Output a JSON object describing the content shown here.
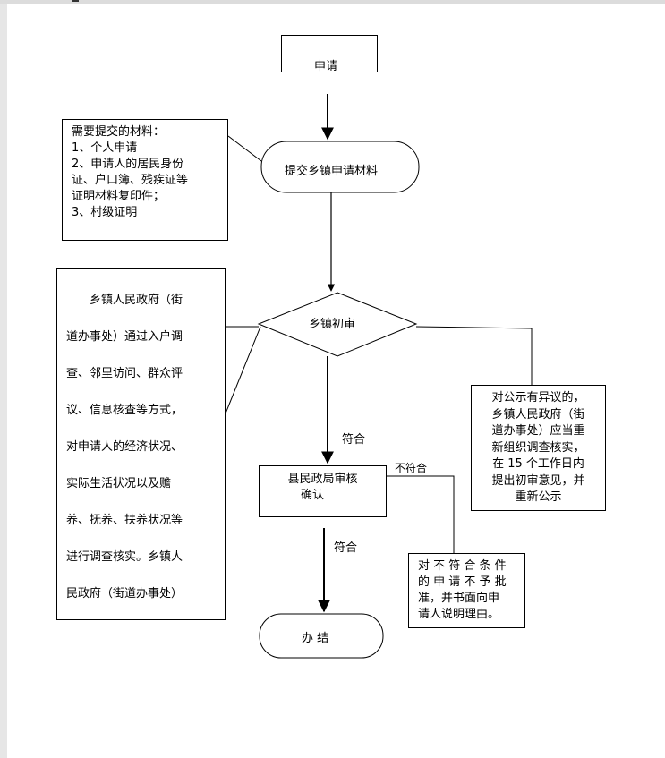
{
  "flowchart": {
    "start": "申请",
    "submit": "提交乡镇申请材料",
    "materials": {
      "title": "需要提交的材料：",
      "lines": [
        "1、个人申请",
        "2、申请人的居民身份",
        "证、户口簿、残疾证等",
        "证明材料复印件；",
        "3、村级证明"
      ]
    },
    "initial_review": "乡镇初审",
    "review_note": {
      "lines": [
        "乡镇人民政府（街",
        "道办事处）通过入户调",
        "查、邻里访问、群众评",
        "议、信息核查等方式，",
        "对申请人的经济状况、",
        "实际生活状况以及赡",
        "养、抚养、扶养状况等",
        "进行调查核实。乡镇人",
        "民政府（街道办事处）"
      ]
    },
    "objection_note": {
      "lines": [
        "对公示有异议的，",
        "乡镇人民政府（街",
        "道办事处）应当重",
        "新组织调查核实，",
        "在 15 个工作日内",
        "提出初审意见，并",
        "重新公示"
      ]
    },
    "county_review": {
      "lines": [
        "县民政局审核",
        "确认"
      ]
    },
    "label_pass_1": "符合",
    "label_pass_2": "符合",
    "label_fail": "不符合",
    "reject_note": {
      "lines": [
        "对 不 符 合 条 件",
        "的 申 请 不 予 批",
        "准，并书面向申",
        "请人说明理由。"
      ]
    },
    "end": "办 结"
  }
}
